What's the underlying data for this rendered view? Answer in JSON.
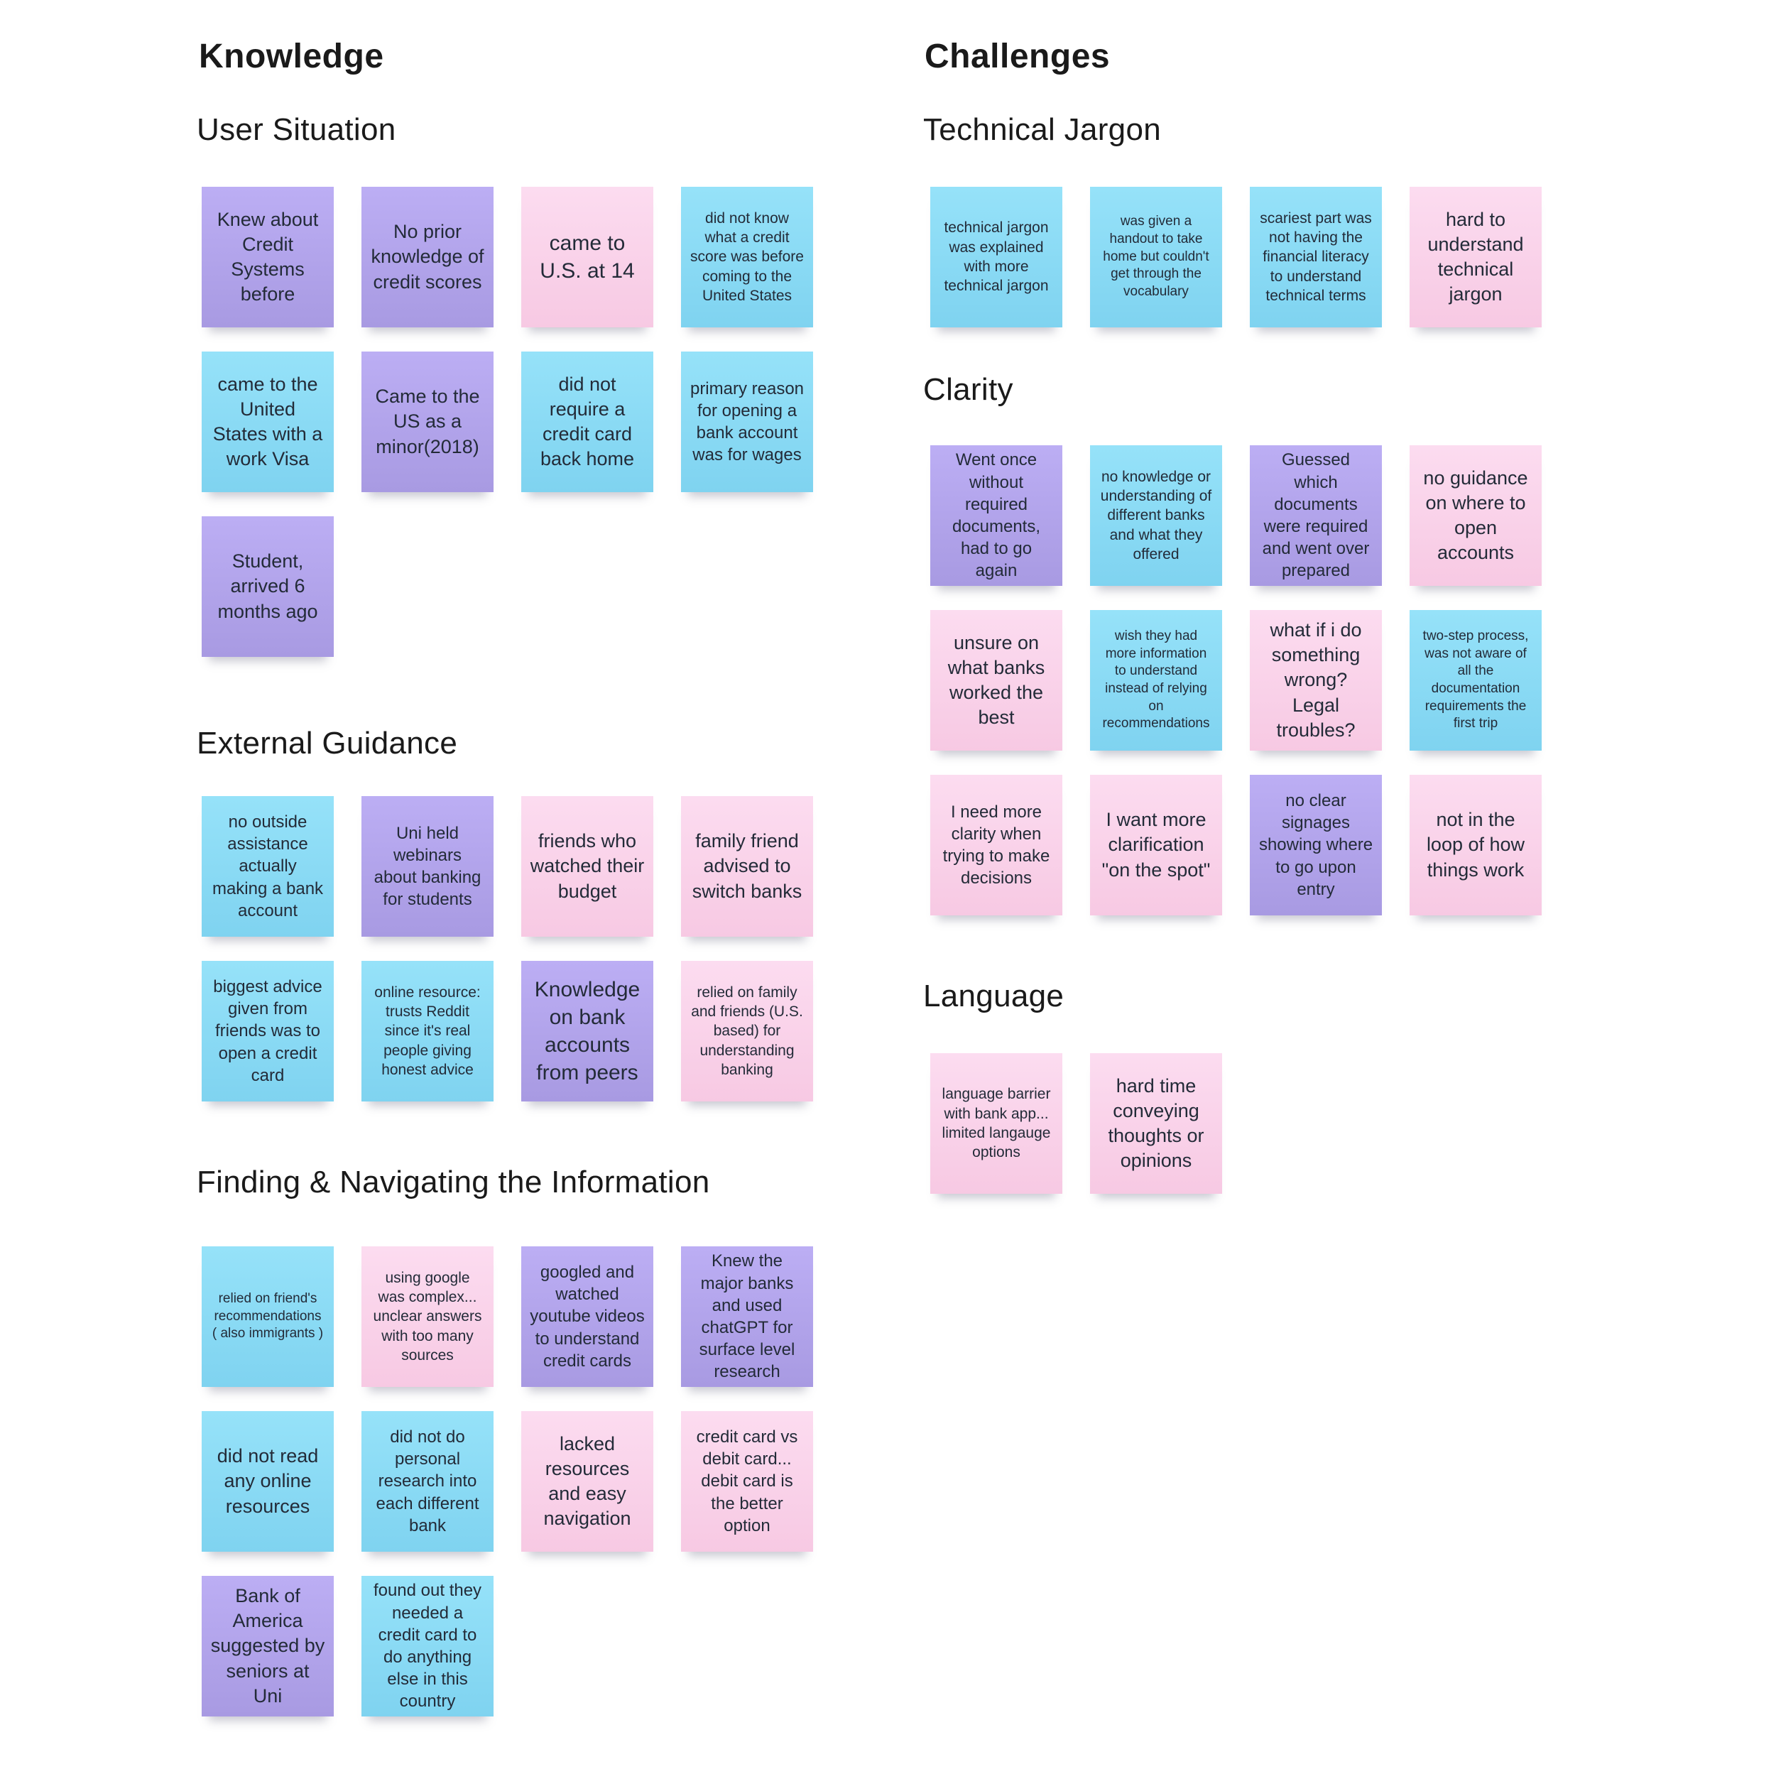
{
  "palette": {
    "purple_light": "#bcaef4",
    "purple": "#a89ae2",
    "blue_light": "#96e2f9",
    "blue": "#7fd3f0",
    "pink_light": "#fcdcf0",
    "pink": "#f7c9e3",
    "text": "#232b38",
    "heading": "#1a1a1a",
    "background": "#ffffff"
  },
  "columns": [
    {
      "title": "Knowledge",
      "sections": [
        {
          "title": "User Situation",
          "notes": [
            {
              "text": "Knew about Credit Systems before",
              "color": "purple"
            },
            {
              "text": "No prior knowledge of credit scores",
              "color": "purple"
            },
            {
              "text": "came to U.S. at 14",
              "color": "pink"
            },
            {
              "text": "did not know what a credit score was before coming to the United States",
              "color": "blue"
            },
            {
              "text": "came to the United States with a work Visa",
              "color": "blue"
            },
            {
              "text": "Came to the US as a minor(2018)",
              "color": "purple"
            },
            {
              "text": "did not require a credit card back home",
              "color": "blue"
            },
            {
              "text": "primary reason for opening a bank account was for wages",
              "color": "blue"
            },
            {
              "text": "Student, arrived 6 months ago",
              "color": "purple"
            }
          ]
        },
        {
          "title": "External Guidance",
          "notes": [
            {
              "text": "no outside assistance actually making a bank account",
              "color": "blue"
            },
            {
              "text": "Uni held webinars about banking for students",
              "color": "purple"
            },
            {
              "text": "friends who watched their budget",
              "color": "pink"
            },
            {
              "text": "family friend advised to switch banks",
              "color": "pink"
            },
            {
              "text": "biggest advice given from friends was to open a credit card",
              "color": "blue"
            },
            {
              "text": "online resource: trusts Reddit since it's real people giving honest advice",
              "color": "blue"
            },
            {
              "text": "Knowledge on bank accounts from peers",
              "color": "purple"
            },
            {
              "text": "relied on family and friends (U.S. based) for understanding banking",
              "color": "pink"
            }
          ]
        },
        {
          "title": "Finding & Navigating the Information",
          "notes": [
            {
              "text": "relied on friend's recommendations ( also immigrants )",
              "color": "blue"
            },
            {
              "text": "using google was complex... unclear answers with too many sources",
              "color": "pink"
            },
            {
              "text": "googled and watched youtube videos to understand credit cards",
              "color": "purple"
            },
            {
              "text": "Knew the major banks and used chatGPT for surface level research",
              "color": "purple"
            },
            {
              "text": "did not read any online resources",
              "color": "blue"
            },
            {
              "text": "did not do personal research into each different bank",
              "color": "blue"
            },
            {
              "text": "lacked resources and easy navigation",
              "color": "pink"
            },
            {
              "text": "credit card vs debit card... debit card is the better option",
              "color": "pink"
            },
            {
              "text": "Bank of America suggested by seniors at Uni",
              "color": "purple"
            },
            {
              "text": "found out they needed a credit card to do anything else in this country",
              "color": "blue"
            }
          ]
        }
      ]
    },
    {
      "title": "Challenges",
      "sections": [
        {
          "title": "Technical Jargon",
          "notes": [
            {
              "text": "technical jargon was explained with more technical jargon",
              "color": "blue"
            },
            {
              "text": "was given a handout to take home but couldn't get through the vocabulary",
              "color": "blue"
            },
            {
              "text": "scariest part was not having the financial literacy to understand technical terms",
              "color": "blue"
            },
            {
              "text": "hard to understand technical jargon",
              "color": "pink"
            }
          ]
        },
        {
          "title": "Clarity",
          "notes": [
            {
              "text": "Went once without required documents, had to go again",
              "color": "purple"
            },
            {
              "text": "no knowledge or understanding of different banks and what they offered",
              "color": "blue"
            },
            {
              "text": "Guessed which documents were required and went over prepared",
              "color": "purple"
            },
            {
              "text": "no guidance on where to open accounts",
              "color": "pink"
            },
            {
              "text": "unsure on what banks worked the best",
              "color": "pink"
            },
            {
              "text": "wish they had more information to understand instead of relying on recommendations",
              "color": "blue"
            },
            {
              "text": "what if i do something wrong? Legal troubles?",
              "color": "pink"
            },
            {
              "text": "two-step process, was not aware of all the documentation requirements the first trip",
              "color": "blue"
            },
            {
              "text": "I need more clarity when trying to make decisions",
              "color": "pink"
            },
            {
              "text": "I want more clarification \"on the spot\"",
              "color": "pink"
            },
            {
              "text": "no clear signages showing where to go upon entry",
              "color": "purple"
            },
            {
              "text": "not in the loop of how things work",
              "color": "pink"
            }
          ]
        },
        {
          "title": "Language",
          "notes": [
            {
              "text": "language barrier with bank app... limited langauge options",
              "color": "pink"
            },
            {
              "text": "hard time conveying thoughts or opinions",
              "color": "pink"
            }
          ]
        }
      ]
    }
  ]
}
